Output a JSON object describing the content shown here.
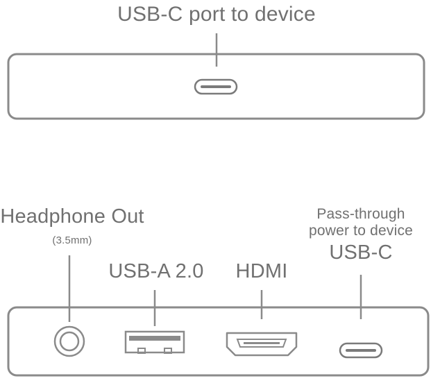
{
  "top": {
    "port_label": "USB-C port to device"
  },
  "bottom": {
    "headphone_label": "Headphone Out",
    "headphone_sub": "(3.5mm)",
    "usba_label": "USB-A 2.0",
    "hdmi_label": "HDMI",
    "passthrough_line1": "Pass-through",
    "passthrough_line2": "power to device",
    "usbc_label": "USB-C"
  },
  "colors": {
    "stroke": "#808080",
    "text": "#707070"
  }
}
